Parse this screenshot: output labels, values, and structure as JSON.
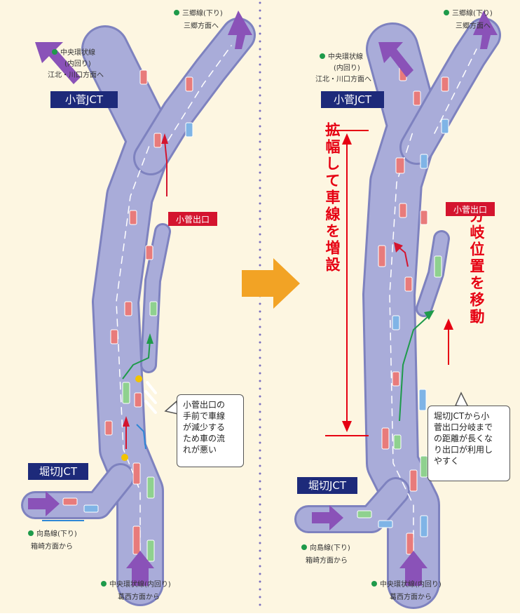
{
  "colors": {
    "background": "#fdf6e1",
    "road": "#a9acd9",
    "road_edge": "#7e82bf",
    "lane_line": "#ffffff",
    "jct_box": "#1d2a7a",
    "exit_box": "#d4142e",
    "route_arrow": "#8a52b8",
    "big_arrow": "#f2a325",
    "dimension": "#e60012",
    "green_path": "#1e9a4a",
    "red_path": "#d4142e",
    "blue_path": "#2e86d6",
    "dots": "#7a6fc0"
  },
  "left": {
    "top_right_dest": {
      "line1": "三郷線(下り)",
      "line2": "三郷方面へ"
    },
    "top_left_dest": {
      "line1": "中央環状線",
      "line2": "(内回り)",
      "line3": "江北・川口方面へ"
    },
    "kosuge_jct": "小菅JCT",
    "kosuge_exit": "小菅出口",
    "horikiri_jct": "堀切JCT",
    "callout": "小菅出口の\n手前で車線\nが減少する\nため車の流\nれが悪い",
    "bottom_left_origin": {
      "line1": "向島線(下り)",
      "line2": "箱崎方面から"
    },
    "bottom_origin": {
      "line1": "中央環状線(内回り)",
      "line2": "葛西方面から"
    }
  },
  "right": {
    "top_right_dest": {
      "line1": "三郷線(下り)",
      "line2": "三郷方面へ"
    },
    "top_left_dest": {
      "line1": "中央環状線",
      "line2": "(内回り)",
      "line3": "江北・川口方面へ"
    },
    "kosuge_jct": "小菅JCT",
    "kosuge_exit": "小菅出口",
    "horikiri_jct": "堀切JCT",
    "widen_label": "拡幅して車線を増設",
    "move_label": "分岐位置を移動",
    "callout": "堀切JCTから小\n菅出口分岐まで\nの距離が長くな\nり出口が利用し\nやすく",
    "bottom_left_origin": {
      "line1": "向島線(下り)",
      "line2": "箱崎方面から"
    },
    "bottom_origin": {
      "line1": "中央環状線(内回り)",
      "line2": "葛西方面から"
    }
  }
}
